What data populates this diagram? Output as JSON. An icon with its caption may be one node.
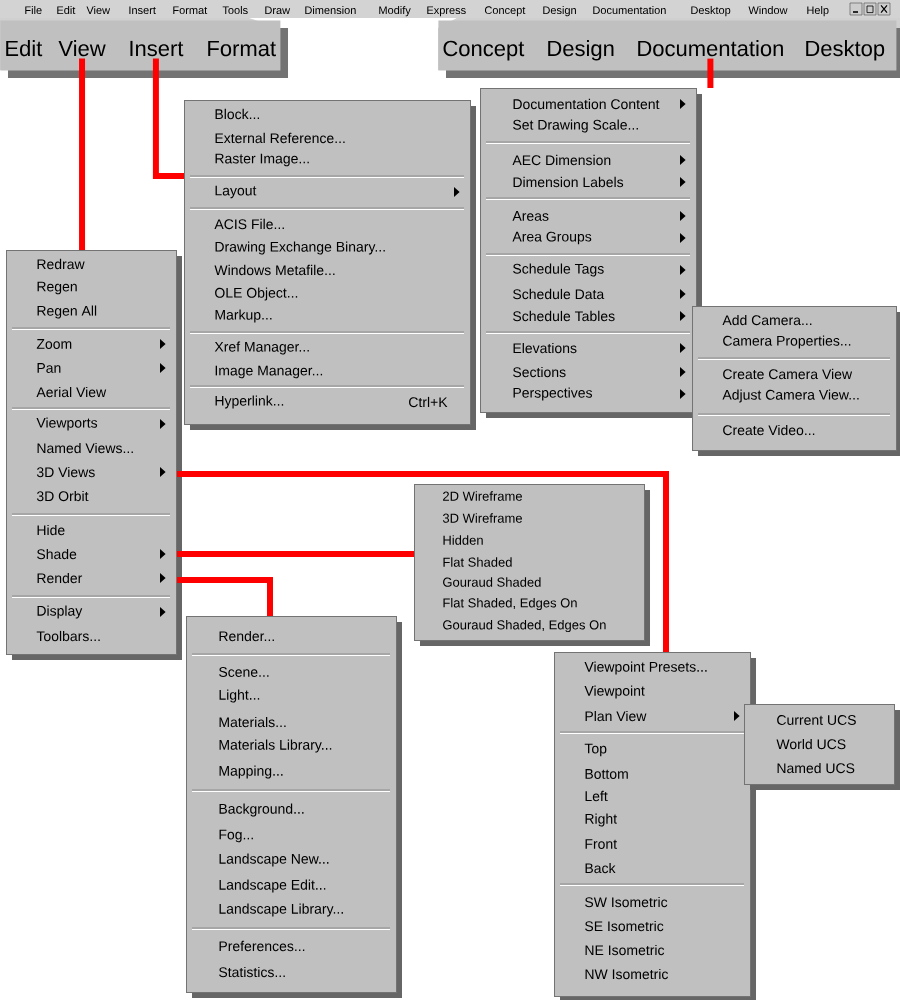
{
  "diagram": {
    "nodes": [
      {
        "text": [
          "File",
          "Edit",
          "View",
          "Insert",
          "Format",
          "Tools",
          "Draw",
          "Dimension",
          "Modify",
          "Express",
          "Concept",
          "Design",
          "Documentation",
          "Desktop",
          "Window",
          "Help"
        ]
      },
      {
        "text": [],
        "shape": "bar"
      },
      {
        "text": [
          "Edit"
        ],
        "in": 1
      },
      {
        "text": [
          "View"
        ],
        "in": 1
      },
      {
        "text": [
          "Insert"
        ],
        "in": 1
      },
      {
        "text": [
          "Format"
        ],
        "in": 1
      },
      {
        "text": [],
        "shape": "bar"
      },
      {
        "text": [
          "Concept"
        ],
        "in": 6
      },
      {
        "text": [
          "Design"
        ],
        "in": 6
      },
      {
        "text": [
          "Documentation"
        ],
        "in": 6
      },
      {
        "text": [
          "Desktop"
        ],
        "in": 6
      },
      {
        "text": [
          "Block...",
          "External Reference...",
          "Raster Image...",
          "Layout",
          "ACIS File...",
          "Drawing Exchange Binary...",
          "Windows Metafile...",
          "OLE Object...",
          "Markup...",
          "Xref Manager...",
          "Image Manager...",
          "Hyperlink...",
          "Ctrl+K"
        ]
      },
      {
        "text": [
          "Redraw",
          "Regen",
          "Regen All",
          "Zoom",
          "Pan",
          "Aerial View",
          "Viewports",
          "Named Views...",
          "3D Views",
          "3D Orbit",
          "Hide",
          "Shade",
          "Render",
          "Display",
          "Toolbars..."
        ]
      },
      {
        "text": [
          "Documentation Content",
          "Set Drawing Scale...",
          "AEC Dimension",
          "Dimension Labels",
          "Areas",
          "Area Groups",
          "Schedule Tags",
          "Schedule Data",
          "Schedule Tables",
          "Elevations",
          "Sections",
          "Perspectives"
        ]
      },
      {
        "text": [
          "Add Camera...",
          "Camera Properties...",
          "Create Camera View",
          "Adjust Camera View...",
          "Create Video..."
        ]
      },
      {
        "text": [
          "2D Wireframe",
          "3D Wireframe",
          "Hidden",
          "Flat Shaded",
          "Gouraud Shaded",
          "Flat Shaded, Edges On",
          "Gouraud Shaded, Edges On"
        ]
      },
      {
        "text": [
          "Viewpoint Presets...",
          "Viewpoint",
          "Plan View",
          "Top",
          "Bottom",
          "Left",
          "Right",
          "Front",
          "Back",
          "SW Isometric",
          "SE Isometric",
          "NE Isometric",
          "NW Isometric"
        ]
      },
      {
        "text": [
          "Current UCS",
          "World UCS",
          "Named UCS"
        ]
      },
      {
        "text": [
          "Render...",
          "Scene...",
          "Light...",
          "Materials...",
          "Materials Library...",
          "Mapping...",
          "Background...",
          "Fog...",
          "Landscape New...",
          "Landscape Edit...",
          "Landscape Library...",
          "Preferences...",
          "Statistics..."
        ]
      }
    ],
    "edges": [
      {
        "from": 3,
        "to": 12,
        "arrow": "none"
      },
      {
        "from": 4,
        "to": 11,
        "arrow": "none"
      },
      {
        "from": 9,
        "to": 13,
        "arrow": "none"
      },
      {
        "from": 12,
        "to": 16,
        "arrow": "none"
      },
      {
        "from": 12,
        "to": 15,
        "arrow": "none"
      },
      {
        "from": 12,
        "to": 18,
        "arrow": "none"
      }
    ]
  }
}
